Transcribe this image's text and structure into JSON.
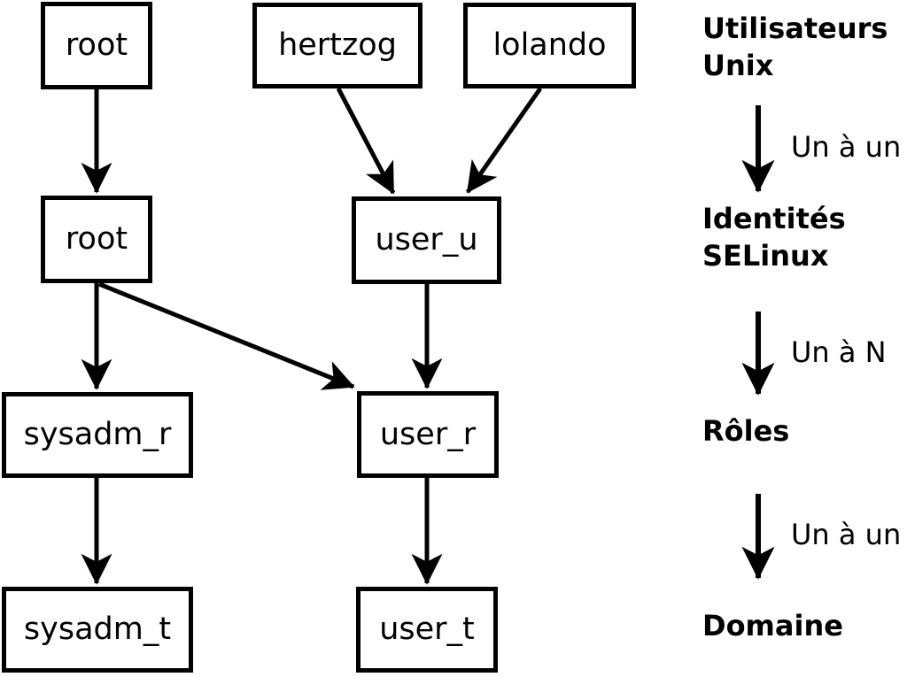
{
  "diagram": {
    "colors": {
      "foreground": "#000000",
      "background": "#ffffff"
    },
    "nodes": [
      {
        "id": "root-unix",
        "label": "root"
      },
      {
        "id": "hertzog-unix",
        "label": "hertzog"
      },
      {
        "id": "lolando-unix",
        "label": "lolando"
      },
      {
        "id": "root-selinux",
        "label": "root"
      },
      {
        "id": "user-u",
        "label": "user_u"
      },
      {
        "id": "sysadm-r",
        "label": "sysadm_r"
      },
      {
        "id": "user-r",
        "label": "user_r"
      },
      {
        "id": "sysadm-t",
        "label": "sysadm_t"
      },
      {
        "id": "user-t",
        "label": "user_t"
      }
    ],
    "edges": [
      {
        "from": "root (Unix user)",
        "to": "root (SELinux identity)"
      },
      {
        "from": "hertzog",
        "to": "user_u"
      },
      {
        "from": "lolando",
        "to": "user_u"
      },
      {
        "from": "root (SELinux identity)",
        "to": "sysadm_r"
      },
      {
        "from": "root (SELinux identity)",
        "to": "user_r"
      },
      {
        "from": "user_u",
        "to": "user_r"
      },
      {
        "from": "sysadm_r",
        "to": "sysadm_t"
      },
      {
        "from": "user_r",
        "to": "user_t"
      }
    ],
    "legend": {
      "stages": [
        {
          "id": "unix-users",
          "lines": [
            "Utilisateurs",
            "Unix"
          ]
        },
        {
          "id": "selinux-identities",
          "lines": [
            "Identités",
            "SELinux"
          ]
        },
        {
          "id": "roles",
          "lines": [
            "Rôles"
          ]
        },
        {
          "id": "domain",
          "lines": [
            "Domaine"
          ]
        }
      ],
      "relations": [
        {
          "label": "Un à un"
        },
        {
          "label": "Un à N"
        },
        {
          "label": "Un à un"
        }
      ]
    }
  }
}
